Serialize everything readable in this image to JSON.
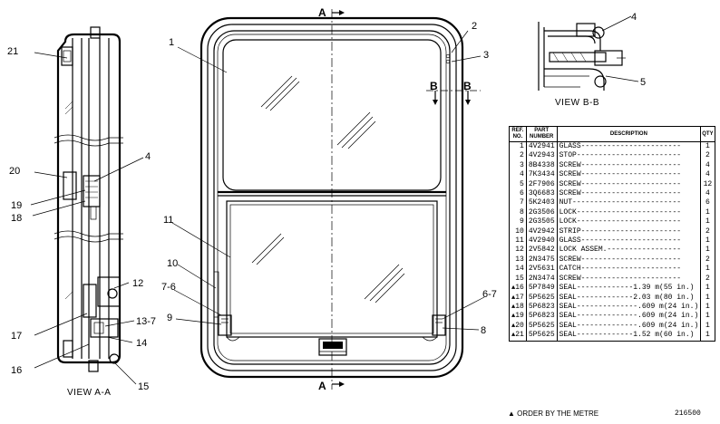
{
  "callouts": {
    "c1": "1",
    "c2": "2",
    "c3": "3",
    "c4_top": "4",
    "c5": "5",
    "c21": "21",
    "c20": "20",
    "c4_side": "4",
    "c19": "19",
    "c18": "18",
    "c17": "17",
    "c16": "16",
    "c15": "15",
    "c14": "14",
    "c13": "13-7",
    "c12": "12",
    "c11": "11",
    "c10": "10",
    "c76": "7-6",
    "c9": "9",
    "c67": "6-7",
    "c8": "8"
  },
  "section_letters": {
    "a_top": "A",
    "a_bottom": "A",
    "b_left": "B",
    "b_right": "B"
  },
  "views": {
    "view_aa": "VIEW A-A",
    "view_bb": "VIEW B-B"
  },
  "table": {
    "headers": {
      "ref_no": "REF. NO.",
      "part_number": "PART NUMBER",
      "description": "DESCRIPTION",
      "qty": "QTY"
    },
    "rows": [
      {
        "ref": "1",
        "mark": "",
        "pn": "4V2941",
        "desc": "GLASS-----------------------",
        "qty": "1"
      },
      {
        "ref": "2",
        "mark": "",
        "pn": "4V2943",
        "desc": "STOP------------------------",
        "qty": "2"
      },
      {
        "ref": "3",
        "mark": "",
        "pn": "8B4338",
        "desc": "SCREW-----------------------",
        "qty": "4"
      },
      {
        "ref": "4",
        "mark": "",
        "pn": "7K3434",
        "desc": "SCREW-----------------------",
        "qty": "4"
      },
      {
        "ref": "5",
        "mark": "",
        "pn": "2F7906",
        "desc": "SCREW-----------------------",
        "qty": "12"
      },
      {
        "ref": "6",
        "mark": "",
        "pn": "3Q6683",
        "desc": "SCREW-----------------------",
        "qty": "4"
      },
      {
        "ref": "7",
        "mark": "",
        "pn": "5K2403",
        "desc": "NUT-------------------------",
        "qty": "6"
      },
      {
        "ref": "8",
        "mark": "",
        "pn": "2G3506",
        "desc": "LOCK------------------------",
        "qty": "1"
      },
      {
        "ref": "9",
        "mark": "",
        "pn": "2G3505",
        "desc": "LOCK------------------------",
        "qty": "1"
      },
      {
        "ref": "10",
        "mark": "",
        "pn": "4V2942",
        "desc": "STRIP-----------------------",
        "qty": "2"
      },
      {
        "ref": "11",
        "mark": "",
        "pn": "4V2940",
        "desc": "GLASS-----------------------",
        "qty": "1"
      },
      {
        "ref": "12",
        "mark": "",
        "pn": "2V5842",
        "desc": "LOCK ASSEM.-----------------",
        "qty": "1"
      },
      {
        "ref": "13",
        "mark": "",
        "pn": "2N3475",
        "desc": "SCREW-----------------------",
        "qty": "2"
      },
      {
        "ref": "14",
        "mark": "",
        "pn": "2V5631",
        "desc": "CATCH-----------------------",
        "qty": "1"
      },
      {
        "ref": "15",
        "mark": "",
        "pn": "2N3474",
        "desc": "SCREW-----------------------",
        "qty": "2"
      },
      {
        "ref": "16",
        "mark": "▲",
        "pn": "5P7849",
        "desc": "SEAL-------------1.39 m(55 in.)",
        "qty": "1"
      },
      {
        "ref": "17",
        "mark": "▲",
        "pn": "5P5625",
        "desc": "SEAL-------------2.03 m(80 in.)",
        "qty": "1"
      },
      {
        "ref": "18",
        "mark": "▲",
        "pn": "5P6823",
        "desc": "SEAL--------------.609 m(24 in.)",
        "qty": "1"
      },
      {
        "ref": "19",
        "mark": "▲",
        "pn": "5P6823",
        "desc": "SEAL--------------.609 m(24 in.)",
        "qty": "1"
      },
      {
        "ref": "20",
        "mark": "▲",
        "pn": "5P5625",
        "desc": "SEAL--------------.609 m(24 in.)",
        "qty": "1"
      },
      {
        "ref": "21",
        "mark": "▲",
        "pn": "5P5625",
        "desc": "SEAL-------------1.52 m(60 in.)",
        "qty": "1"
      }
    ]
  },
  "footnote": "▲ ORDER BY THE METRE",
  "drawing_number": "216500"
}
